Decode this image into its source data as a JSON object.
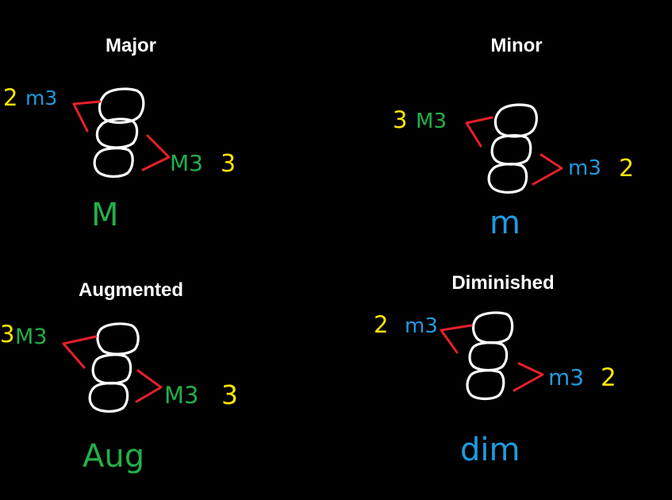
{
  "colors": {
    "background": "#000000",
    "notes": "#ffffff",
    "bracket": "#e8202a",
    "number": "#ffe600",
    "major_third": "#22b04a",
    "minor_third": "#1e9be0"
  },
  "panels": [
    {
      "title": "Major",
      "lower_interval": {
        "number": "3",
        "label": "M3"
      },
      "upper_interval": {
        "number": "2",
        "label": "m3"
      },
      "symbol": "M"
    },
    {
      "title": "Minor",
      "lower_interval": {
        "number": "2",
        "label": "m3"
      },
      "upper_interval": {
        "number": "3",
        "label": "M3"
      },
      "symbol": "m"
    },
    {
      "title": "Augmented",
      "lower_interval": {
        "number": "3",
        "label": "M3"
      },
      "upper_interval": {
        "number": "3",
        "label": "M3"
      },
      "symbol": "Aug"
    },
    {
      "title": "Diminished",
      "lower_interval": {
        "number": "2",
        "label": "m3"
      },
      "upper_interval": {
        "number": "2",
        "label": "m3"
      },
      "symbol": "dim"
    }
  ]
}
